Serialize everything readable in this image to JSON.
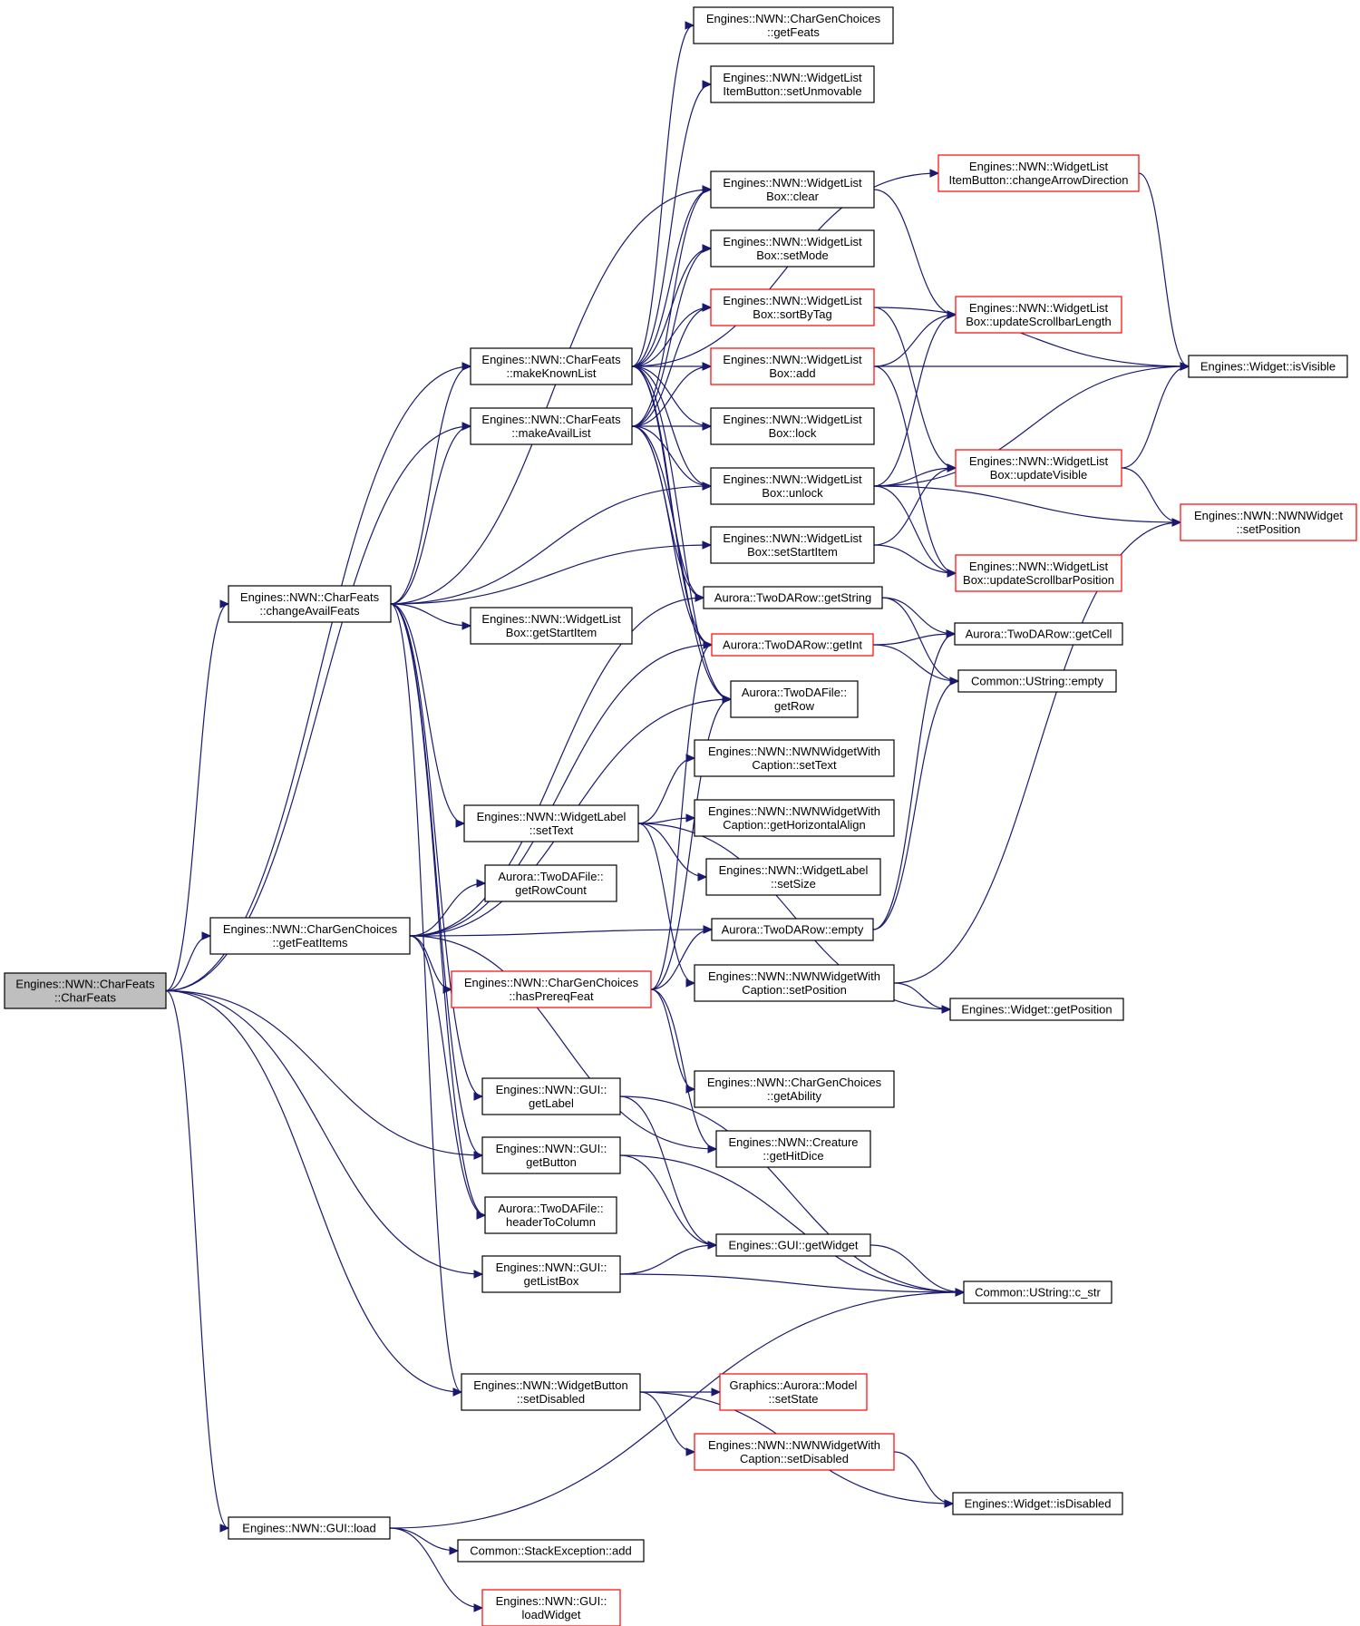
{
  "graph": {
    "colors": {
      "edge": "#191970",
      "node_border": "#000000",
      "node_border_incomplete": "#ff0000",
      "root_fill": "#bfbfbf",
      "node_fill": "#ffffff"
    },
    "nodes": [
      {
        "id": "root",
        "lines": [
          "Engines::NWN::CharFeats",
          "::CharFeats"
        ],
        "style": "root"
      },
      {
        "id": "changeAvailFeats",
        "lines": [
          "Engines::NWN::CharFeats",
          "::changeAvailFeats"
        ],
        "style": "normal"
      },
      {
        "id": "getFeatItems",
        "lines": [
          "Engines::NWN::CharGenChoices",
          "::getFeatItems"
        ],
        "style": "normal"
      },
      {
        "id": "guiLoad",
        "lines": [
          "Engines::NWN::GUI::load"
        ],
        "style": "normal"
      },
      {
        "id": "makeKnownList",
        "lines": [
          "Engines::NWN::CharFeats",
          "::makeKnownList"
        ],
        "style": "normal"
      },
      {
        "id": "makeAvailList",
        "lines": [
          "Engines::NWN::CharFeats",
          "::makeAvailList"
        ],
        "style": "normal"
      },
      {
        "id": "wlbGetStartItem",
        "lines": [
          "Engines::NWN::WidgetList",
          "Box::getStartItem"
        ],
        "style": "normal"
      },
      {
        "id": "wlSetText",
        "lines": [
          "Engines::NWN::WidgetLabel",
          "::setText"
        ],
        "style": "normal"
      },
      {
        "id": "getRowCount",
        "lines": [
          "Aurora::TwoDAFile::",
          "getRowCount"
        ],
        "style": "normal"
      },
      {
        "id": "hasPrereqFeat",
        "lines": [
          "Engines::NWN::CharGenChoices",
          "::hasPrereqFeat"
        ],
        "style": "incomplete"
      },
      {
        "id": "guiGetLabel",
        "lines": [
          "Engines::NWN::GUI::",
          "getLabel"
        ],
        "style": "normal"
      },
      {
        "id": "guiGetButton",
        "lines": [
          "Engines::NWN::GUI::",
          "getButton"
        ],
        "style": "normal"
      },
      {
        "id": "headerToColumn",
        "lines": [
          "Aurora::TwoDAFile::",
          "headerToColumn"
        ],
        "style": "normal"
      },
      {
        "id": "guiGetListBox",
        "lines": [
          "Engines::NWN::GUI::",
          "getListBox"
        ],
        "style": "normal"
      },
      {
        "id": "wbSetDisabled",
        "lines": [
          "Engines::NWN::WidgetButton",
          "::setDisabled"
        ],
        "style": "normal"
      },
      {
        "id": "stackExcAdd",
        "lines": [
          "Common::StackException::add"
        ],
        "style": "normal"
      },
      {
        "id": "loadWidget",
        "lines": [
          "Engines::NWN::GUI::",
          "loadWidget"
        ],
        "style": "incomplete"
      },
      {
        "id": "cgcGetFeats",
        "lines": [
          "Engines::NWN::CharGenChoices",
          "::getFeats"
        ],
        "style": "normal"
      },
      {
        "id": "wlibSetUnmovable",
        "lines": [
          "Engines::NWN::WidgetList",
          "ItemButton::setUnmovable"
        ],
        "style": "normal"
      },
      {
        "id": "wlbClear",
        "lines": [
          "Engines::NWN::WidgetList",
          "Box::clear"
        ],
        "style": "normal"
      },
      {
        "id": "wlbSetMode",
        "lines": [
          "Engines::NWN::WidgetList",
          "Box::setMode"
        ],
        "style": "normal"
      },
      {
        "id": "wlbSortByTag",
        "lines": [
          "Engines::NWN::WidgetList",
          "Box::sortByTag"
        ],
        "style": "incomplete"
      },
      {
        "id": "wlbAdd",
        "lines": [
          "Engines::NWN::WidgetList",
          "Box::add"
        ],
        "style": "incomplete"
      },
      {
        "id": "wlbLock",
        "lines": [
          "Engines::NWN::WidgetList",
          "Box::lock"
        ],
        "style": "normal"
      },
      {
        "id": "wlbUnlock",
        "lines": [
          "Engines::NWN::WidgetList",
          "Box::unlock"
        ],
        "style": "normal"
      },
      {
        "id": "wlbSetStartItem",
        "lines": [
          "Engines::NWN::WidgetList",
          "Box::setStartItem"
        ],
        "style": "normal"
      },
      {
        "id": "tdrGetString",
        "lines": [
          "Aurora::TwoDARow::getString"
        ],
        "style": "normal"
      },
      {
        "id": "tdrGetInt",
        "lines": [
          "Aurora::TwoDARow::getInt"
        ],
        "style": "incomplete"
      },
      {
        "id": "tdfGetRow",
        "lines": [
          "Aurora::TwoDAFile::",
          "getRow"
        ],
        "style": "normal"
      },
      {
        "id": "nwcSetText",
        "lines": [
          "Engines::NWN::NWNWidgetWith",
          "Caption::setText"
        ],
        "style": "normal"
      },
      {
        "id": "nwcGetHAlign",
        "lines": [
          "Engines::NWN::NWNWidgetWith",
          "Caption::getHorizontalAlign"
        ],
        "style": "normal"
      },
      {
        "id": "wlSetSize",
        "lines": [
          "Engines::NWN::WidgetLabel",
          "::setSize"
        ],
        "style": "normal"
      },
      {
        "id": "tdrEmpty",
        "lines": [
          "Aurora::TwoDARow::empty"
        ],
        "style": "normal"
      },
      {
        "id": "nwcSetPosition",
        "lines": [
          "Engines::NWN::NWNWidgetWith",
          "Caption::setPosition"
        ],
        "style": "normal"
      },
      {
        "id": "cgcGetAbility",
        "lines": [
          "Engines::NWN::CharGenChoices",
          "::getAbility"
        ],
        "style": "normal"
      },
      {
        "id": "creatureGetHitDice",
        "lines": [
          "Engines::NWN::Creature",
          "::getHitDice"
        ],
        "style": "normal"
      },
      {
        "id": "guiGetWidget",
        "lines": [
          "Engines::GUI::getWidget"
        ],
        "style": "normal"
      },
      {
        "id": "modelSetState",
        "lines": [
          "Graphics::Aurora::Model",
          "::setState"
        ],
        "style": "incomplete"
      },
      {
        "id": "nwcSetDisabled",
        "lines": [
          "Engines::NWN::NWNWidgetWith",
          "Caption::setDisabled"
        ],
        "style": "incomplete"
      },
      {
        "id": "wlibChangeArrow",
        "lines": [
          "Engines::NWN::WidgetList",
          "ItemButton::changeArrowDirection"
        ],
        "style": "incomplete"
      },
      {
        "id": "wlbUpdScrollLen",
        "lines": [
          "Engines::NWN::WidgetList",
          "Box::updateScrollbarLength"
        ],
        "style": "incomplete"
      },
      {
        "id": "wlbUpdVisible",
        "lines": [
          "Engines::NWN::WidgetList",
          "Box::updateVisible"
        ],
        "style": "incomplete"
      },
      {
        "id": "wlbUpdScrollPos",
        "lines": [
          "Engines::NWN::WidgetList",
          "Box::updateScrollbarPosition"
        ],
        "style": "incomplete"
      },
      {
        "id": "tdrGetCell",
        "lines": [
          "Aurora::TwoDARow::getCell"
        ],
        "style": "normal"
      },
      {
        "id": "ustrEmpty",
        "lines": [
          "Common::UString::empty"
        ],
        "style": "normal"
      },
      {
        "id": "widgetGetPosition",
        "lines": [
          "Engines::Widget::getPosition"
        ],
        "style": "normal"
      },
      {
        "id": "ustrCStr",
        "lines": [
          "Common::UString::c_str"
        ],
        "style": "normal"
      },
      {
        "id": "widgetIsDisabled",
        "lines": [
          "Engines::Widget::isDisabled"
        ],
        "style": "normal"
      },
      {
        "id": "widgetIsVisible",
        "lines": [
          "Engines::Widget::isVisible"
        ],
        "style": "normal"
      },
      {
        "id": "nwnwSetPosition",
        "lines": [
          "Engines::NWN::NWNWidget",
          "::setPosition"
        ],
        "style": "incomplete"
      }
    ],
    "edges": [
      [
        "root",
        "changeAvailFeats"
      ],
      [
        "root",
        "getFeatItems"
      ],
      [
        "root",
        "guiLoad"
      ],
      [
        "root",
        "makeKnownList"
      ],
      [
        "root",
        "makeAvailList"
      ],
      [
        "root",
        "guiGetButton"
      ],
      [
        "root",
        "guiGetListBox"
      ],
      [
        "root",
        "wbSetDisabled"
      ],
      [
        "changeAvailFeats",
        "makeKnownList"
      ],
      [
        "changeAvailFeats",
        "makeAvailList"
      ],
      [
        "changeAvailFeats",
        "wlbGetStartItem"
      ],
      [
        "changeAvailFeats",
        "wlbClear"
      ],
      [
        "changeAvailFeats",
        "wlbUnlock"
      ],
      [
        "changeAvailFeats",
        "wlbSetStartItem"
      ],
      [
        "changeAvailFeats",
        "wlSetText"
      ],
      [
        "changeAvailFeats",
        "guiGetLabel"
      ],
      [
        "changeAvailFeats",
        "guiGetButton"
      ],
      [
        "changeAvailFeats",
        "headerToColumn"
      ],
      [
        "changeAvailFeats",
        "wbSetDisabled"
      ],
      [
        "makeKnownList",
        "cgcGetFeats"
      ],
      [
        "makeKnownList",
        "wlibSetUnmovable"
      ],
      [
        "makeKnownList",
        "wlibChangeArrow"
      ],
      [
        "makeKnownList",
        "wlbClear"
      ],
      [
        "makeKnownList",
        "wlbSetMode"
      ],
      [
        "makeKnownList",
        "wlbSortByTag"
      ],
      [
        "makeKnownList",
        "wlbAdd"
      ],
      [
        "makeKnownList",
        "wlbLock"
      ],
      [
        "makeKnownList",
        "wlbUnlock"
      ],
      [
        "makeKnownList",
        "tdrGetString"
      ],
      [
        "makeKnownList",
        "tdrGetInt"
      ],
      [
        "makeKnownList",
        "tdfGetRow"
      ],
      [
        "makeAvailList",
        "wlbClear"
      ],
      [
        "makeAvailList",
        "wlbSetMode"
      ],
      [
        "makeAvailList",
        "wlbSortByTag"
      ],
      [
        "makeAvailList",
        "wlbAdd"
      ],
      [
        "makeAvailList",
        "wlbLock"
      ],
      [
        "makeAvailList",
        "wlbUnlock"
      ],
      [
        "makeAvailList",
        "tdrGetString"
      ],
      [
        "makeAvailList",
        "tdrGetInt"
      ],
      [
        "makeAvailList",
        "tdfGetRow"
      ],
      [
        "getFeatItems",
        "getRowCount"
      ],
      [
        "getFeatItems",
        "tdrEmpty"
      ],
      [
        "getFeatItems",
        "hasPrereqFeat"
      ],
      [
        "getFeatItems",
        "tdrGetString"
      ],
      [
        "getFeatItems",
        "tdrGetInt"
      ],
      [
        "getFeatItems",
        "tdfGetRow"
      ],
      [
        "getFeatItems",
        "creatureGetHitDice"
      ],
      [
        "getFeatItems",
        "headerToColumn"
      ],
      [
        "hasPrereqFeat",
        "tdrEmpty"
      ],
      [
        "hasPrereqFeat",
        "tdrGetInt"
      ],
      [
        "hasPrereqFeat",
        "tdfGetRow"
      ],
      [
        "hasPrereqFeat",
        "cgcGetAbility"
      ],
      [
        "hasPrereqFeat",
        "creatureGetHitDice"
      ],
      [
        "wlSetText",
        "nwcSetText"
      ],
      [
        "wlSetText",
        "nwcGetHAlign"
      ],
      [
        "wlSetText",
        "wlSetSize"
      ],
      [
        "wlSetText",
        "nwcSetPosition"
      ],
      [
        "wlSetText",
        "widgetGetPosition"
      ],
      [
        "nwcSetPosition",
        "widgetGetPosition"
      ],
      [
        "nwcSetPosition",
        "nwnwSetPosition"
      ],
      [
        "guiGetLabel",
        "guiGetWidget"
      ],
      [
        "guiGetLabel",
        "ustrCStr"
      ],
      [
        "guiGetButton",
        "guiGetWidget"
      ],
      [
        "guiGetButton",
        "ustrCStr"
      ],
      [
        "guiGetListBox",
        "guiGetWidget"
      ],
      [
        "guiGetListBox",
        "ustrCStr"
      ],
      [
        "guiGetWidget",
        "ustrCStr"
      ],
      [
        "guiLoad",
        "ustrCStr"
      ],
      [
        "guiLoad",
        "stackExcAdd"
      ],
      [
        "guiLoad",
        "loadWidget"
      ],
      [
        "wbSetDisabled",
        "modelSetState"
      ],
      [
        "wbSetDisabled",
        "nwcSetDisabled"
      ],
      [
        "wbSetDisabled",
        "widgetIsDisabled"
      ],
      [
        "nwcSetDisabled",
        "widgetIsDisabled"
      ],
      [
        "wlbClear",
        "wlbUpdScrollLen"
      ],
      [
        "wlbSortByTag",
        "widgetIsVisible"
      ],
      [
        "wlbSortByTag",
        "wlbUpdVisible"
      ],
      [
        "wlbAdd",
        "wlbUpdScrollLen"
      ],
      [
        "wlbAdd",
        "widgetIsVisible"
      ],
      [
        "wlbAdd",
        "wlbUpdScrollPos"
      ],
      [
        "wlbUnlock",
        "wlbUpdScrollLen"
      ],
      [
        "wlbUnlock",
        "widgetIsVisible"
      ],
      [
        "wlbUnlock",
        "wlbUpdVisible"
      ],
      [
        "wlbUnlock",
        "nwnwSetPosition"
      ],
      [
        "wlbUnlock",
        "wlbUpdScrollPos"
      ],
      [
        "wlbSetStartItem",
        "wlbUpdVisible"
      ],
      [
        "wlbSetStartItem",
        "wlbUpdScrollPos"
      ],
      [
        "wlbUpdVisible",
        "widgetIsVisible"
      ],
      [
        "wlbUpdVisible",
        "nwnwSetPosition"
      ],
      [
        "wlibChangeArrow",
        "widgetIsVisible"
      ],
      [
        "tdrGetString",
        "tdrGetCell"
      ],
      [
        "tdrGetString",
        "ustrEmpty"
      ],
      [
        "tdrGetInt",
        "tdrGetCell"
      ],
      [
        "tdrGetInt",
        "ustrEmpty"
      ],
      [
        "tdrEmpty",
        "tdrGetCell"
      ],
      [
        "tdrEmpty",
        "ustrEmpty"
      ]
    ]
  }
}
